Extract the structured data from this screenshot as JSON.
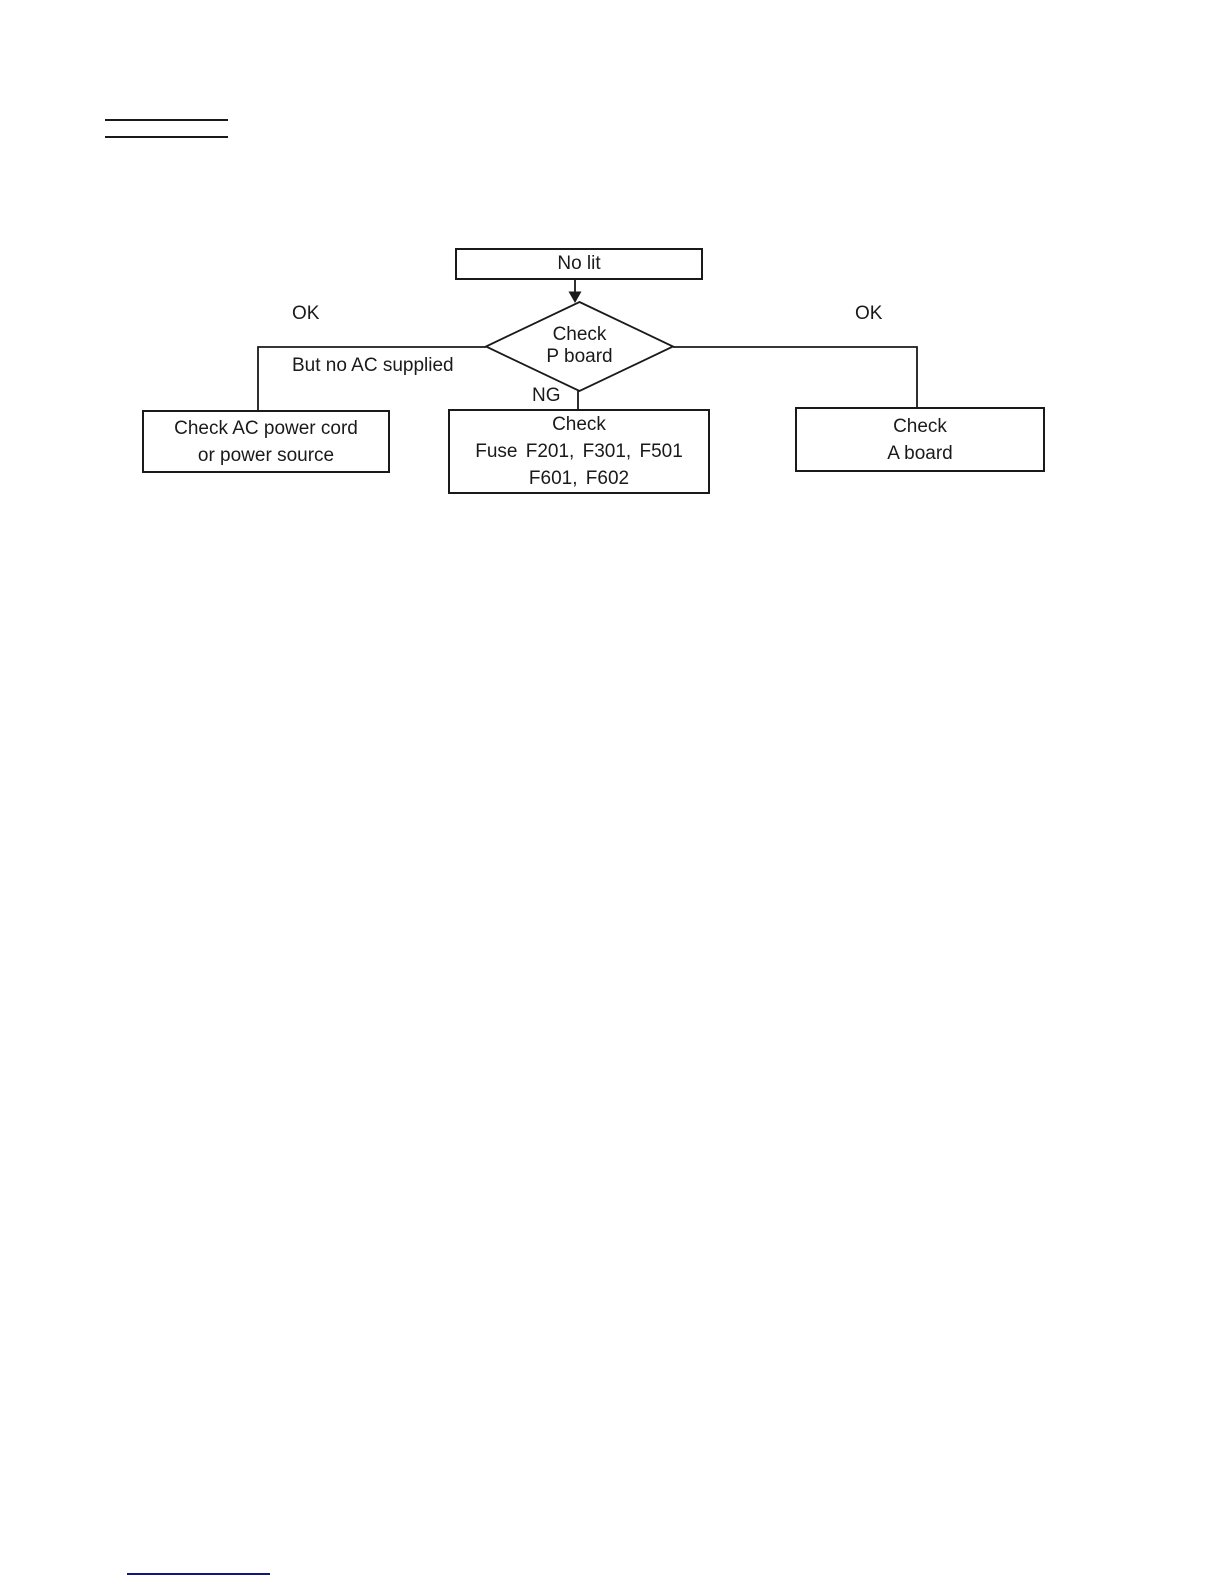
{
  "page": {
    "background": "#ffffff",
    "line_color": "#1a1a1a",
    "footer_rule_color": "#15157d"
  },
  "flowchart": {
    "start_box": {
      "label": "No lit"
    },
    "decision": {
      "line1": "Check",
      "line2": "P board"
    },
    "labels": {
      "left_ok": "OK",
      "left_condition": "But no AC supplied",
      "down_ng": "NG",
      "right_ok": "OK"
    },
    "outcome_left": {
      "line1": "Check AC power cord",
      "line2": "or power source"
    },
    "outcome_middle": {
      "line1": "Check",
      "line2": "Fuse F201, F301, F501",
      "line3": "F601, F602"
    },
    "outcome_right": {
      "line1": "Check",
      "line2": "A board"
    }
  }
}
